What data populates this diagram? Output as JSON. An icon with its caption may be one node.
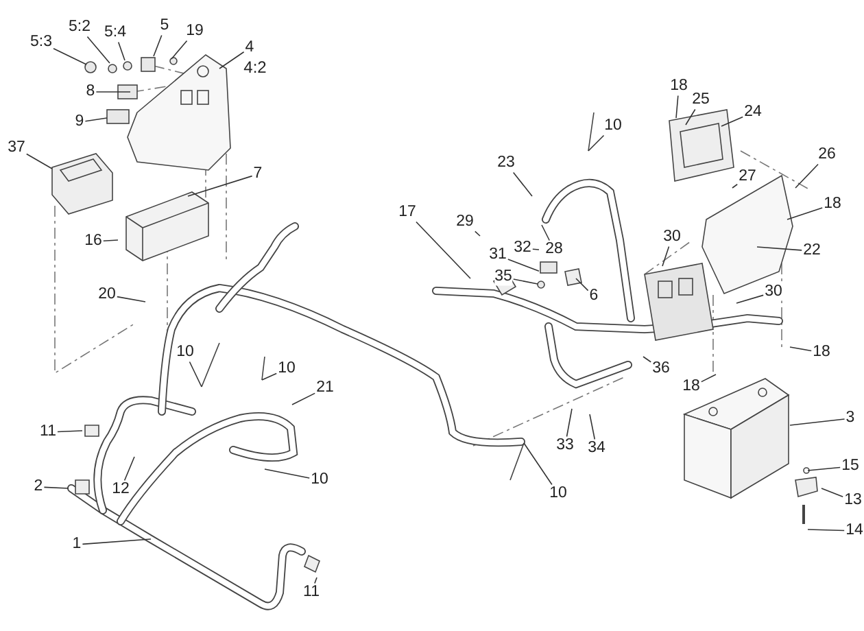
{
  "diagram": {
    "nodes": [
      {
        "text": [
          "5:3"
        ]
      },
      {
        "text": [
          "5:2"
        ]
      },
      {
        "text": [
          "5:4"
        ]
      },
      {
        "text": [
          "5"
        ]
      },
      {
        "text": [
          "19"
        ]
      },
      {
        "text": [
          "4"
        ]
      },
      {
        "text": [
          "8"
        ]
      },
      {
        "text": [
          "9"
        ]
      },
      {
        "text": [
          "37"
        ]
      },
      {
        "text": [
          "7"
        ]
      },
      {
        "text": [
          "16"
        ]
      },
      {
        "text": [
          "20"
        ]
      },
      {
        "text": [
          "18"
        ]
      },
      {
        "text": [
          "25"
        ]
      },
      {
        "text": [
          "24"
        ]
      },
      {
        "text": [
          "10"
        ]
      },
      {
        "text": [
          "26"
        ]
      },
      {
        "text": [
          "23"
        ]
      },
      {
        "text": [
          "27"
        ]
      },
      {
        "text": [
          "18"
        ]
      },
      {
        "text": [
          "17"
        ]
      },
      {
        "text": [
          "29"
        ]
      },
      {
        "text": [
          "30"
        ]
      },
      {
        "text": [
          "22"
        ]
      },
      {
        "text": [
          "32"
        ]
      },
      {
        "text": [
          "28"
        ]
      },
      {
        "text": [
          "31"
        ]
      },
      {
        "text": [
          "35"
        ]
      },
      {
        "text": [
          "6"
        ]
      },
      {
        "text": [
          "30"
        ]
      },
      {
        "text": [
          "10"
        ]
      },
      {
        "text": [
          "10"
        ]
      },
      {
        "text": [
          "18"
        ]
      },
      {
        "text": [
          "36"
        ]
      },
      {
        "text": [
          "21"
        ]
      },
      {
        "text": [
          "18"
        ]
      },
      {
        "text": [
          "3"
        ]
      },
      {
        "text": [
          "11"
        ]
      },
      {
        "text": [
          "33"
        ]
      },
      {
        "text": [
          "34"
        ]
      },
      {
        "text": [
          "15"
        ]
      },
      {
        "text": [
          "10"
        ]
      },
      {
        "text": [
          "12"
        ]
      },
      {
        "text": [
          "2"
        ]
      },
      {
        "text": [
          "10"
        ]
      },
      {
        "text": [
          "13"
        ]
      },
      {
        "text": [
          "14"
        ]
      },
      {
        "text": [
          "1"
        ]
      },
      {
        "text": [
          "11"
        ]
      },
      {
        "text": [],
        "shape": "circle"
      },
      {
        "text": [],
        "shape": "box"
      },
      {
        "text": [],
        "shape": "box"
      },
      {
        "text": [],
        "shape": "circle"
      },
      {
        "text": [],
        "shape": "circle"
      },
      {
        "text": [],
        "shape": "box"
      },
      {
        "text": [],
        "shape": "circle"
      },
      {
        "text": [],
        "shape": "box"
      },
      {
        "text": [],
        "shape": "circle"
      }
    ],
    "edges": [
      {
        "from": 0,
        "to": 49,
        "arrow": "none"
      },
      {
        "from": 1,
        "to": 53,
        "arrow": "none"
      },
      {
        "from": 2,
        "to": 55,
        "arrow": "none"
      },
      {
        "from": 3,
        "to": 56,
        "arrow": "none"
      },
      {
        "from": 4,
        "to": 57,
        "arrow": "none"
      },
      {
        "from": 5,
        "to": null,
        "arrow": "none"
      },
      {
        "from": 6,
        "to": 54,
        "arrow": "none"
      },
      {
        "from": 7,
        "to": 50,
        "arrow": "none"
      },
      {
        "from": 8,
        "to": null,
        "arrow": "none"
      },
      {
        "from": 9,
        "to": null,
        "arrow": "none"
      },
      {
        "from": 10,
        "to": null,
        "arrow": "none"
      },
      {
        "from": 11,
        "to": null,
        "arrow": "none"
      },
      {
        "from": 12,
        "to": null,
        "arrow": "none"
      },
      {
        "from": 13,
        "to": null,
        "arrow": "none"
      },
      {
        "from": 14,
        "to": null,
        "arrow": "none"
      },
      {
        "from": 15,
        "to": null,
        "arrow": "none"
      },
      {
        "from": 16,
        "to": null,
        "arrow": "none"
      },
      {
        "from": 17,
        "to": null,
        "arrow": "none"
      },
      {
        "from": 18,
        "to": null,
        "arrow": "none"
      },
      {
        "from": 19,
        "to": null,
        "arrow": "none"
      },
      {
        "from": 20,
        "to": null,
        "arrow": "none"
      },
      {
        "from": 21,
        "to": null,
        "arrow": "none"
      },
      {
        "from": 22,
        "to": null,
        "arrow": "none"
      },
      {
        "from": 23,
        "to": null,
        "arrow": "none"
      },
      {
        "from": 24,
        "to": null,
        "arrow": "none"
      },
      {
        "from": 25,
        "to": null,
        "arrow": "none"
      },
      {
        "from": 26,
        "to": 51,
        "arrow": "none"
      },
      {
        "from": 27,
        "to": 52,
        "arrow": "none"
      },
      {
        "from": 28,
        "to": null,
        "arrow": "none"
      },
      {
        "from": 29,
        "to": null,
        "arrow": "none"
      },
      {
        "from": 30,
        "to": null,
        "arrow": "none"
      },
      {
        "from": 31,
        "to": null,
        "arrow": "none"
      },
      {
        "from": 32,
        "to": null,
        "arrow": "none"
      },
      {
        "from": 33,
        "to": null,
        "arrow": "none"
      },
      {
        "from": 34,
        "to": null,
        "arrow": "none"
      },
      {
        "from": 35,
        "to": null,
        "arrow": "none"
      },
      {
        "from": 36,
        "to": null,
        "arrow": "none"
      },
      {
        "from": 37,
        "to": null,
        "arrow": "none"
      },
      {
        "from": 38,
        "to": null,
        "arrow": "none"
      },
      {
        "from": 39,
        "to": null,
        "arrow": "none"
      },
      {
        "from": 40,
        "to": null,
        "arrow": "none"
      },
      {
        "from": 41,
        "to": null,
        "arrow": "none"
      },
      {
        "from": 42,
        "to": null,
        "arrow": "none"
      },
      {
        "from": 43,
        "to": null,
        "arrow": "none"
      },
      {
        "from": 44,
        "to": null,
        "arrow": "none"
      },
      {
        "from": 45,
        "to": null,
        "arrow": "none"
      },
      {
        "from": 46,
        "to": null,
        "arrow": "none"
      },
      {
        "from": 47,
        "to": null,
        "arrow": "none"
      },
      {
        "from": 48,
        "to": null,
        "arrow": "none"
      }
    ],
    "labels": [
      "4:2"
    ]
  }
}
